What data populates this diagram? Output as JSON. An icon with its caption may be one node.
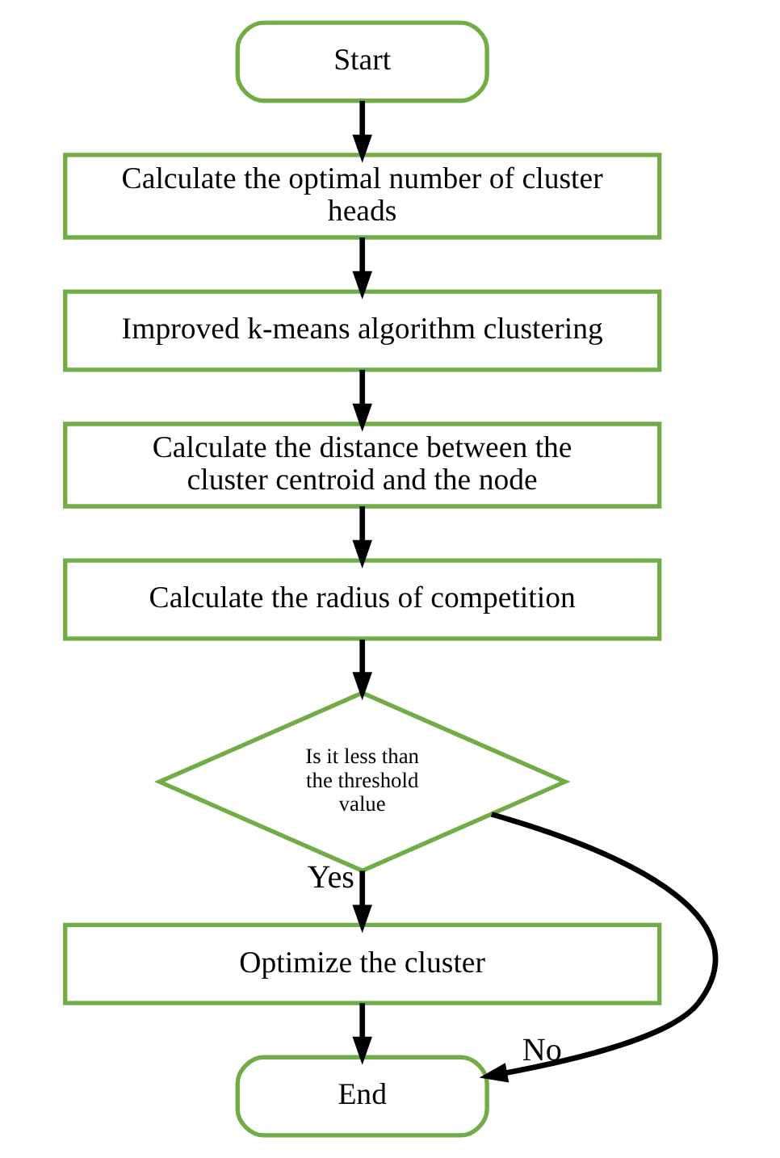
{
  "diagram": {
    "nodes": [
      {
        "text": [
          "Start"
        ]
      },
      {
        "text": [
          "Calculate the optimal number of cluster heads"
        ]
      },
      {
        "text": [
          "Improved k-means algorithm clustering"
        ]
      },
      {
        "text": [
          "Calculate the distance between the cluster centroid and the node"
        ]
      },
      {
        "text": [
          "Calculate the radius of competition"
        ]
      },
      {
        "text": [
          "Is it less than the threshold value"
        ]
      },
      {
        "text": [
          "Optimize the cluster"
        ]
      },
      {
        "text": [
          "End"
        ]
      }
    ],
    "edges": [
      {
        "from": 0,
        "to": 1,
        "arrow": "to"
      },
      {
        "from": 1,
        "to": 2,
        "arrow": "to"
      },
      {
        "from": 2,
        "to": 3,
        "arrow": "to"
      },
      {
        "from": 3,
        "to": 4,
        "arrow": "to"
      },
      {
        "from": 4,
        "to": 5,
        "arrow": "to"
      },
      {
        "from": 5,
        "to": 6,
        "label": "Yes",
        "arrow": "to"
      },
      {
        "from": 6,
        "to": 7,
        "arrow": "to"
      },
      {
        "from": 5,
        "to": 7,
        "label": "No",
        "arrow": "to"
      }
    ]
  }
}
